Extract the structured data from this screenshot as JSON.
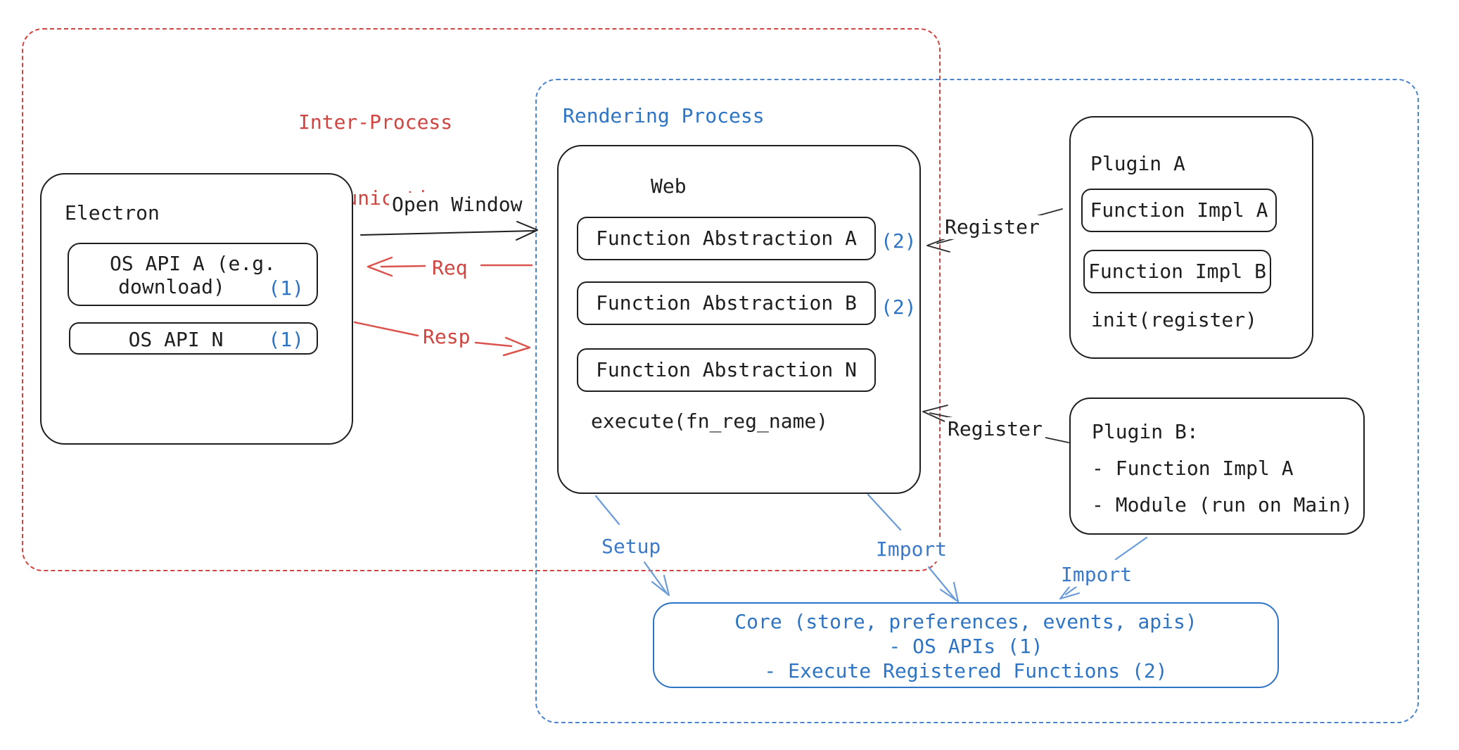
{
  "groups": {
    "ipc": {
      "label_line1": "Inter-Process",
      "label_line2": "Communication"
    },
    "rendering": {
      "label": "Rendering Process"
    }
  },
  "electron": {
    "title": "Electron",
    "api_a": {
      "line1": "OS API A (e.g.",
      "line2": "download)",
      "badge": "(1)"
    },
    "api_n": {
      "label": "OS API N",
      "badge": "(1)"
    }
  },
  "web": {
    "title": "Web",
    "abstractions": [
      {
        "label": "Function Abstraction A",
        "badge": "(2)"
      },
      {
        "label": "Function Abstraction B",
        "badge": "(2)"
      },
      {
        "label": "Function Abstraction N",
        "badge": ""
      }
    ],
    "execute": "execute(fn_reg_name)"
  },
  "plugin_a": {
    "title": "Plugin A",
    "impls": [
      {
        "label": "Function Impl A"
      },
      {
        "label": "Function Impl B"
      }
    ],
    "init": "init(register)"
  },
  "plugin_b": {
    "title": "Plugin B:",
    "items": [
      {
        "label": "- Function Impl A"
      },
      {
        "label": "- Module (run on Main)"
      }
    ]
  },
  "core": {
    "line1": "Core (store, preferences, events, apis)",
    "line2": "- OS APIs (1)",
    "line3": "- Execute Registered Functions (2)"
  },
  "arrows": {
    "open_window": "Open Window",
    "req": "Req",
    "resp": "Resp",
    "register_a": "Register",
    "register_b": "Register",
    "setup": "Setup",
    "import_web": "Import",
    "import_plugin": "Import"
  },
  "colors": {
    "ink": "#1e1e1e",
    "red": "#cf4541",
    "red_arrow": "#da544e",
    "blue": "#2e74c4",
    "blue_light": "#6b9bd8",
    "blue_border": "#4a84cd"
  }
}
